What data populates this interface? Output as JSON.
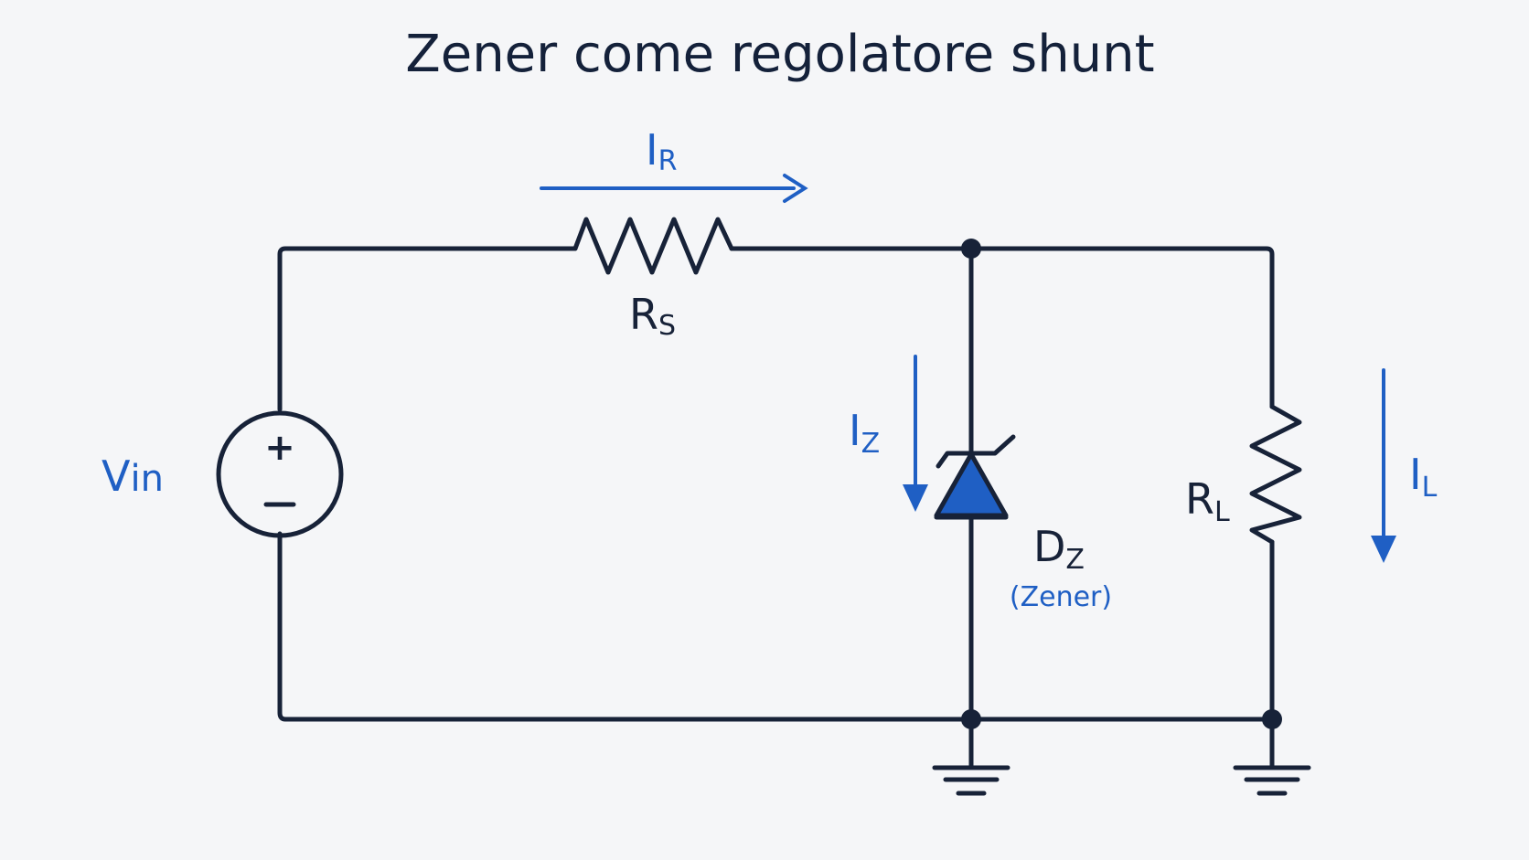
{
  "title": "Zener come regolatore shunt",
  "labels": {
    "i_r": {
      "main": "I",
      "sub": "R"
    },
    "r_s": {
      "main": "R",
      "sub": "S"
    },
    "v_in": {
      "main": "V",
      "sub": "in"
    },
    "i_z": {
      "main": "I",
      "sub": "Z"
    },
    "d_z": {
      "main": "D",
      "sub": "Z"
    },
    "d_z_note": "(Zener)",
    "r_l": {
      "main": "R",
      "sub": "L"
    },
    "i_l": {
      "main": "I",
      "sub": "L"
    }
  },
  "source_polarity": {
    "plus": "+",
    "minus": "–"
  },
  "colors": {
    "wire": "#172238",
    "accent": "#1f5fc4",
    "background": "#f5f6f8"
  },
  "components": [
    {
      "ref": "Vin",
      "kind": "voltage-source"
    },
    {
      "ref": "Rs",
      "kind": "series-resistor"
    },
    {
      "ref": "Dz",
      "kind": "zener-diode",
      "orientation": "reverse-biased (cathode at top node)"
    },
    {
      "ref": "RL",
      "kind": "load-resistor"
    }
  ],
  "currents": [
    {
      "name": "IR",
      "direction": "right"
    },
    {
      "name": "IZ",
      "direction": "down"
    },
    {
      "name": "IL",
      "direction": "down"
    }
  ]
}
